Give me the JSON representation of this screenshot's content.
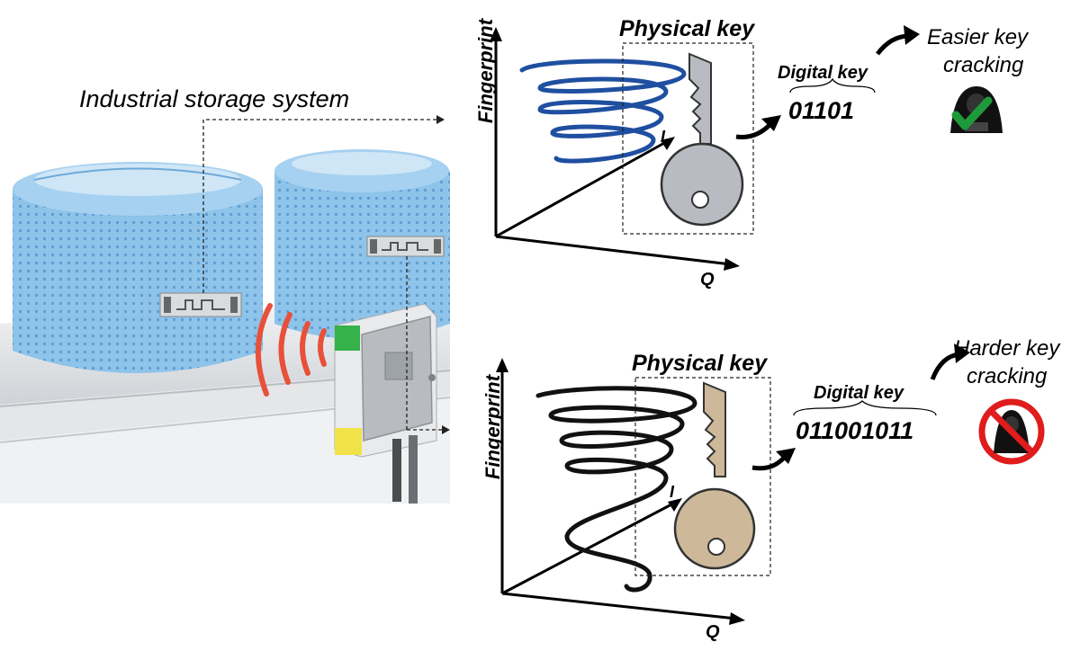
{
  "left_panel": {
    "title": "Industrial storage system"
  },
  "top_panel": {
    "y_axis_label": "Fingerprint",
    "x_axis_label": "Q",
    "i_axis_label": "I",
    "physical_key_label": "Physical key",
    "digital_key_label": "Digital key",
    "digital_key_value": "01101",
    "outcome_line1": "Easier key",
    "outcome_line2": "cracking",
    "spiral_color": "#1f4fa0",
    "key_color": "#b8bcc2",
    "status_icon": "checkmark-icon"
  },
  "bottom_panel": {
    "y_axis_label": "Fingerprint",
    "x_axis_label": "Q",
    "i_axis_label": "I",
    "physical_key_label": "Physical key",
    "digital_key_label": "Digital key",
    "digital_key_value": "011001011",
    "outcome_line1": "Harder key",
    "outcome_line2": "cracking",
    "spiral_color": "#111111",
    "key_color": "#cdb899",
    "status_icon": "prohibited-icon"
  }
}
